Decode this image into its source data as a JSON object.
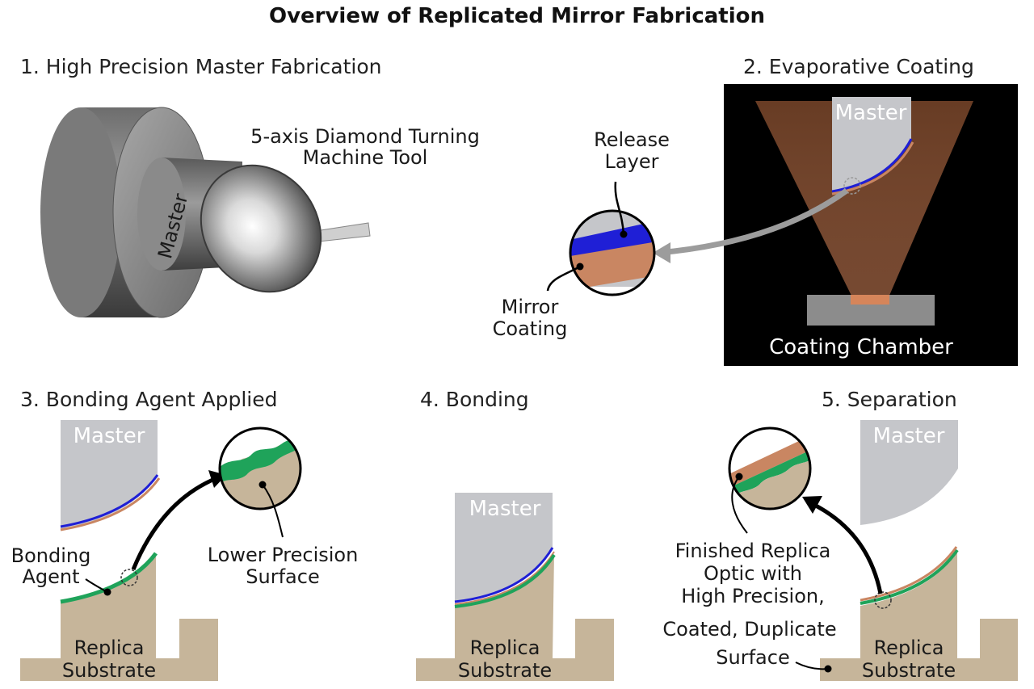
{
  "title": "Overview of Replicated Mirror Fabrication",
  "steps": {
    "s1": {
      "heading": "1. High Precision Master Fabrication",
      "tool_line1": "5-axis Diamond Turning",
      "tool_line2": "Machine Tool",
      "master": "Master"
    },
    "s2": {
      "heading": "2. Evaporative Coating",
      "master": "Master",
      "release_line1": "Release",
      "release_line2": "Layer",
      "mirror_line1": "Mirror",
      "mirror_line2": "Coating",
      "chamber": "Coating Chamber"
    },
    "s3": {
      "heading": "3. Bonding Agent Applied",
      "master": "Master",
      "bonding_line1": "Bonding",
      "bonding_line2": "Agent",
      "lower_line1": "Lower Precision",
      "lower_line2": "Surface",
      "replica_line1": "Replica",
      "replica_line2": "Substrate"
    },
    "s4": {
      "heading": "4. Bonding",
      "master": "Master",
      "replica_line1": "Replica",
      "replica_line2": "Substrate"
    },
    "s5": {
      "heading": "5. Separation",
      "master": "Master",
      "finished_line1": "Finished Replica",
      "finished_line2": "Optic with",
      "finished_line3": "High Precision,",
      "finished_line4": "Coated, Duplicate",
      "finished_line5": "Surface",
      "replica_line1": "Replica",
      "replica_line2": "Substrate"
    }
  },
  "colors": {
    "master_gray": "#c5c6ca",
    "substrate_tan": "#c6b59a",
    "release_blue": "#1f1fd6",
    "mirror_copper": "#c98662",
    "bonding_green": "#1fa35a",
    "chamber_black": "#000000",
    "chamber_base": "#8c8c8c",
    "arrow_gray": "#9c9c9c"
  }
}
